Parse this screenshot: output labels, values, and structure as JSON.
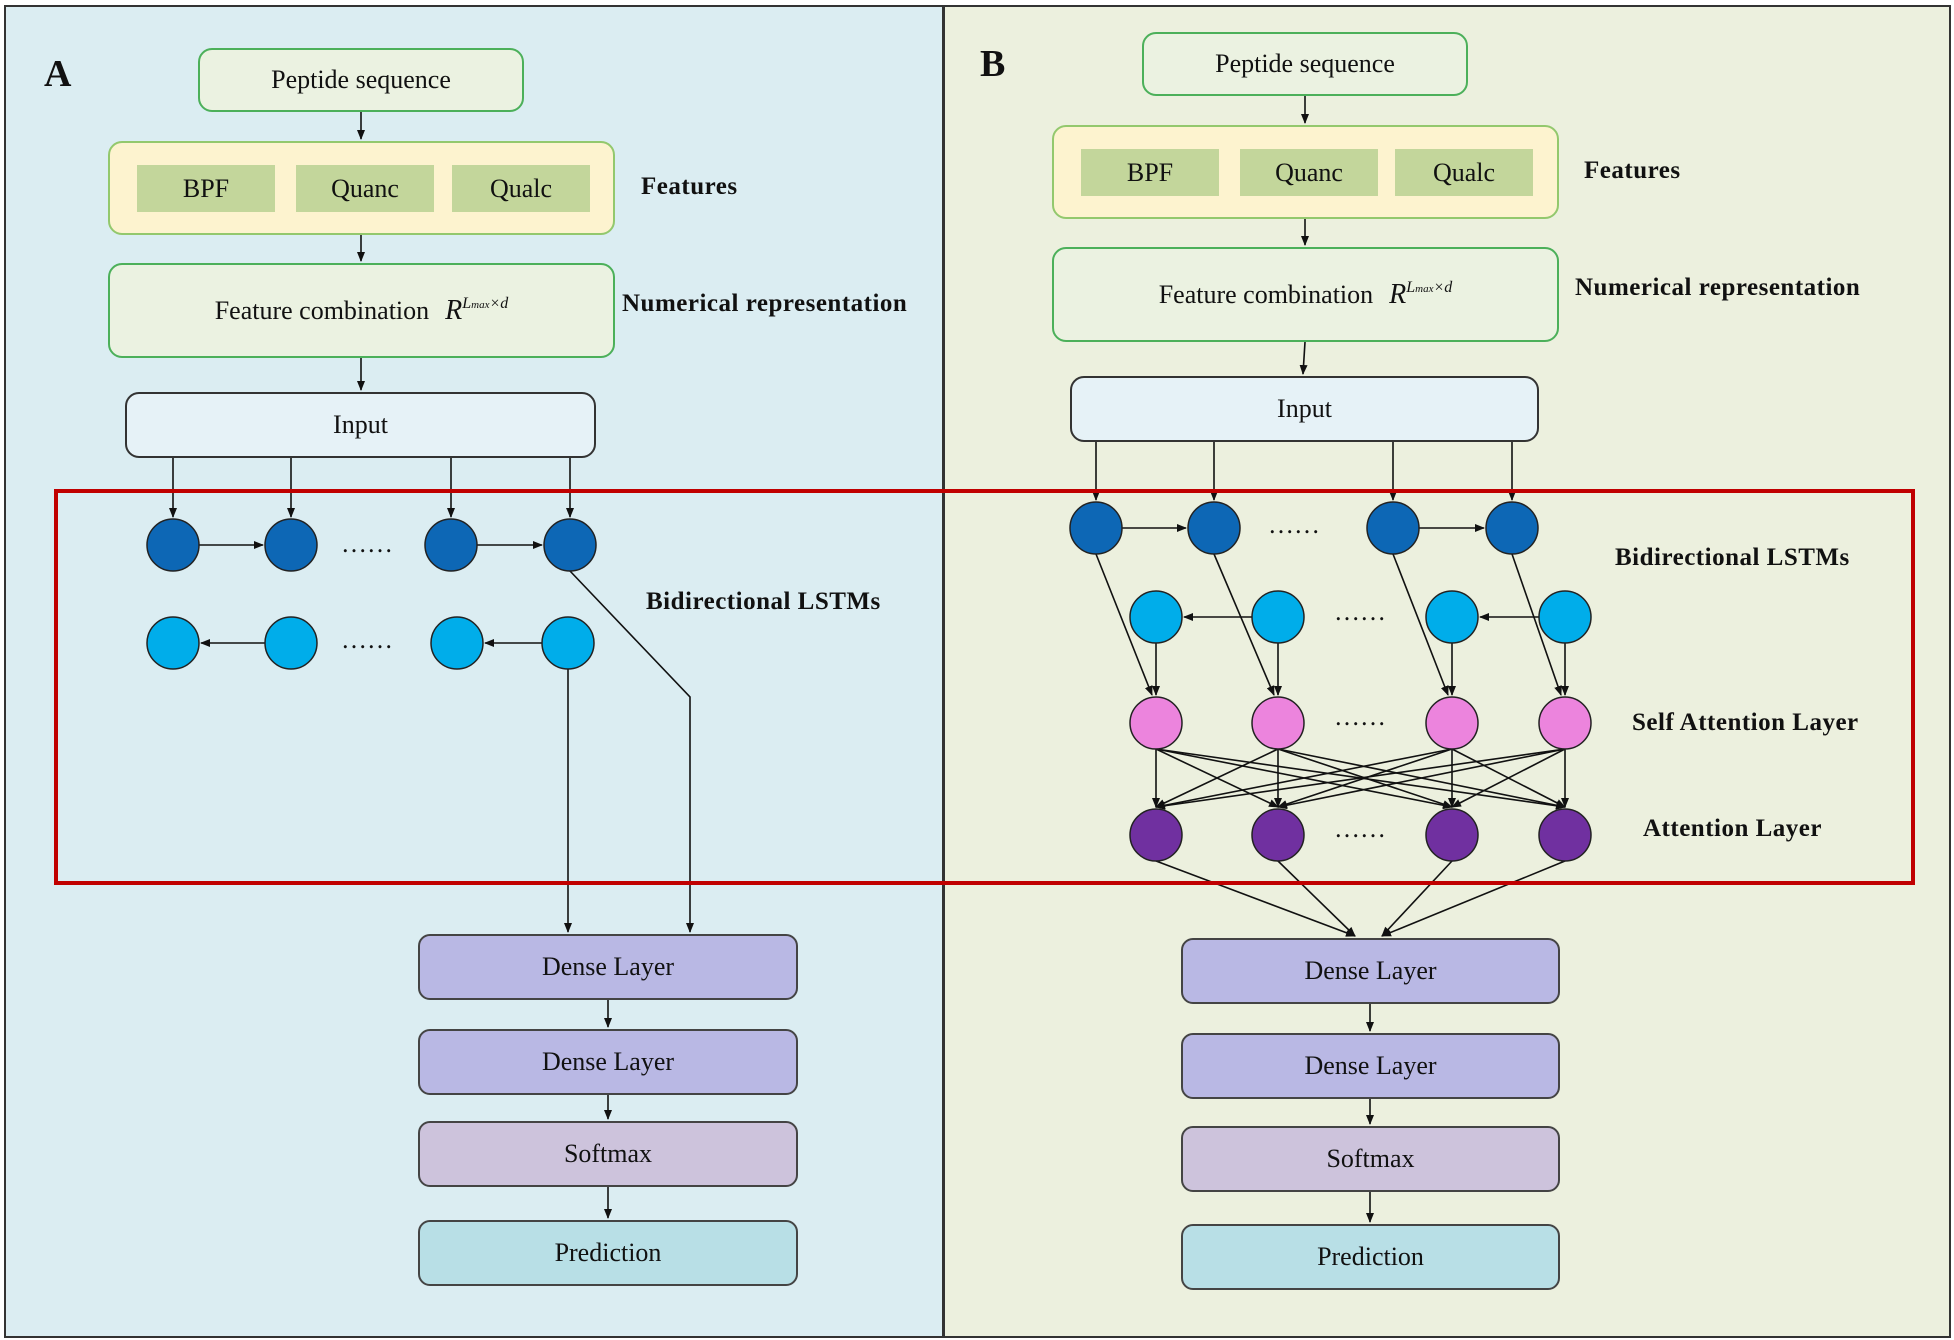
{
  "panels": {
    "a": {
      "letter": "A",
      "peptide": "Peptide sequence",
      "features": [
        "BPF",
        "Quanc",
        "Qualc"
      ],
      "features_label": "Features",
      "combination": "Feature combination",
      "formula": {
        "base": "R",
        "sup_sub": "L",
        "sup_max": "max",
        "sup_rest": "×d"
      },
      "numerical_label": "Numerical representation",
      "input": "Input",
      "lstm_label": "Bidirectional  LSTMs",
      "ellipsis": "……",
      "dense1": "Dense Layer",
      "dense2": "Dense Layer",
      "softmax": "Softmax",
      "prediction": "Prediction"
    },
    "b": {
      "letter": "B",
      "peptide": "Peptide sequence",
      "features": [
        "BPF",
        "Quanc",
        "Qualc"
      ],
      "features_label": "Features",
      "combination": "Feature combination",
      "formula": {
        "base": "R",
        "sup_sub": "L",
        "sup_max": "max",
        "sup_rest": "×d"
      },
      "numerical_label": "Numerical representation",
      "input": "Input",
      "lstm_label": "Bidirectional  LSTMs",
      "self_attention_label": "Self Attention Layer",
      "attention_label": "Attention Layer",
      "ellipsis": "……",
      "dense1": "Dense Layer",
      "dense2": "Dense Layer",
      "softmax": "Softmax",
      "prediction": "Prediction"
    }
  },
  "colors": {
    "forward_node": "#0d67b5",
    "backward_node": "#00adea",
    "self_attention_node": "#ec84dd",
    "attention_node": "#7030a0",
    "highlight_border": "#c00000"
  }
}
